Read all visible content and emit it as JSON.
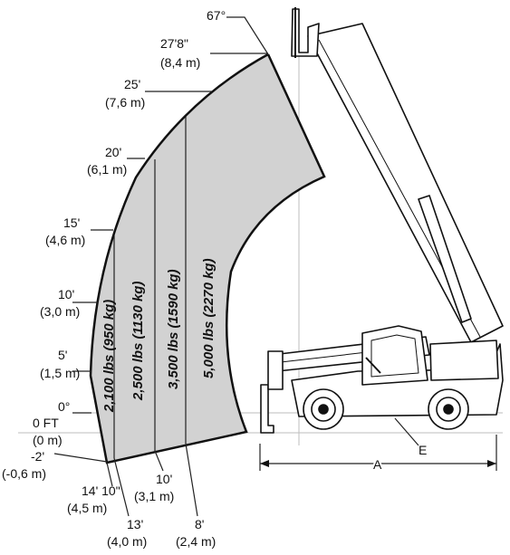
{
  "height_labels": {
    "angle_top": "67°",
    "h_27_8_ft": "27'8\"",
    "h_27_8_m": "(8,4 m)",
    "h_25_ft": "25'",
    "h_25_m": "(7,6 m)",
    "h_20_ft": "20'",
    "h_20_m": "(6,1 m)",
    "h_15_ft": "15'",
    "h_15_m": "(4,6 m)",
    "h_10_ft": "10'",
    "h_10_m": "(3,0 m)",
    "h_5_ft": "5'",
    "h_5_m": "(1,5 m)",
    "angle_zero": "0°",
    "ground_ft": "0 FT",
    "ground_m": "(0 m)",
    "below_ft": "-2'",
    "below_m": "(-0,6 m)"
  },
  "reach_labels": {
    "r_14_10_ft": "14' 10\"",
    "r_14_10_m": "(4,5 m)",
    "r_13_ft": "13'",
    "r_13_m": "(4,0 m)",
    "r_10_ft": "10'",
    "r_10_m": "(3,1 m)",
    "r_8_ft": "8'",
    "r_8_m": "(2,4 m)"
  },
  "capacity_zones": [
    "2,100 lbs (950 kg)",
    "2,500 lbs (1130 kg)",
    "3,500 lbs (1590 kg)",
    "5,000 lbs (2270 kg)"
  ],
  "dimensions": {
    "a": "A",
    "e": "E"
  },
  "colors": {
    "zone_fill": "#d2d2d2",
    "outline": "#111111"
  }
}
